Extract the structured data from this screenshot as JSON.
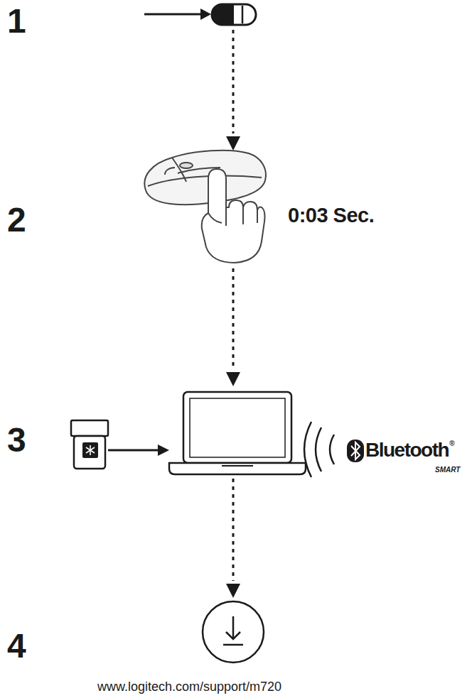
{
  "diagram": {
    "labels": [
      "1",
      "2",
      "3",
      "4",
      "0:03 Sec.",
      "Bluetooth",
      "®",
      "SMART",
      "www.logitech.com/support/m720"
    ]
  }
}
